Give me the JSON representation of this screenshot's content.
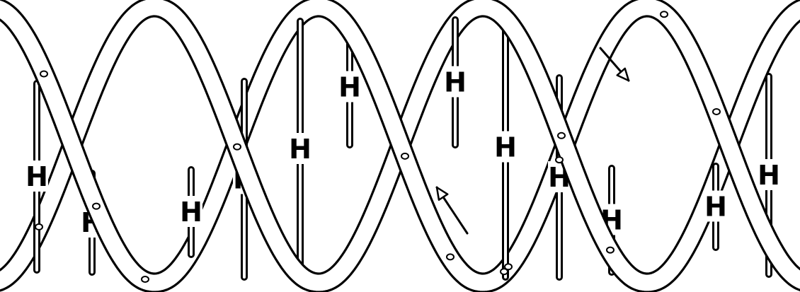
{
  "diagram": {
    "bond_label": "H",
    "bond_count": 12,
    "strand_count": 2,
    "direction_arrow_count": 2,
    "colors": {
      "ink": "#000000",
      "background": "#ffffff"
    }
  }
}
